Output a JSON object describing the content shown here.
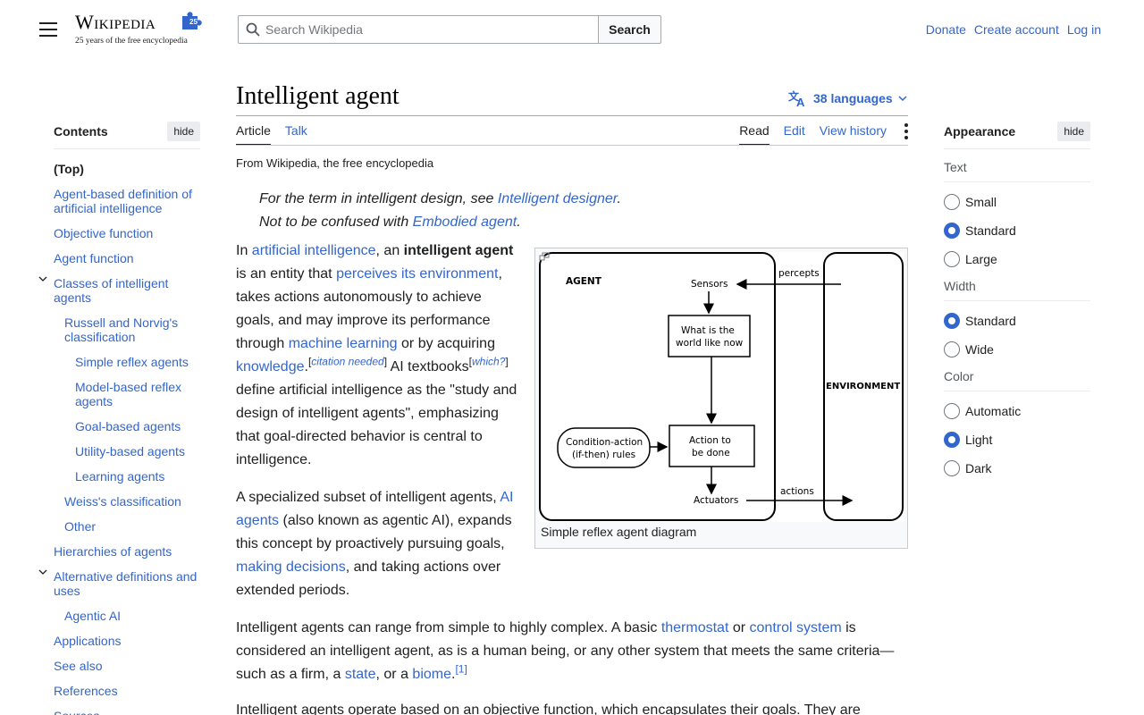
{
  "header": {
    "logo_word": "Wikipedia",
    "logo_tagline": "25 years of the free encyclopedia",
    "search_placeholder": "Search Wikipedia",
    "search_button": "Search",
    "user_links": [
      "Donate",
      "Create account",
      "Log in"
    ]
  },
  "toc": {
    "title": "Contents",
    "hide_label": "hide",
    "items": [
      {
        "label": "(Top)",
        "level": 1,
        "top": true
      },
      {
        "label": "Agent-based definition of artificial intelligence",
        "level": 1
      },
      {
        "label": "Objective function",
        "level": 1
      },
      {
        "label": "Agent function",
        "level": 1
      },
      {
        "label": "Classes of intelligent agents",
        "level": 1,
        "expanded": true
      },
      {
        "label": "Russell and Norvig's classification",
        "level": 2
      },
      {
        "label": "Simple reflex agents",
        "level": 3
      },
      {
        "label": "Model-based reflex agents",
        "level": 3
      },
      {
        "label": "Goal-based agents",
        "level": 3
      },
      {
        "label": "Utility-based agents",
        "level": 3
      },
      {
        "label": "Learning agents",
        "level": 3
      },
      {
        "label": "Weiss's classification",
        "level": 2
      },
      {
        "label": "Other",
        "level": 2
      },
      {
        "label": "Hierarchies of agents",
        "level": 1
      },
      {
        "label": "Alternative definitions and uses",
        "level": 1,
        "expanded": true
      },
      {
        "label": "Agentic AI",
        "level": 2
      },
      {
        "label": "Applications",
        "level": 1
      },
      {
        "label": "See also",
        "level": 1
      },
      {
        "label": "References",
        "level": 1
      },
      {
        "label": "Sources",
        "level": 1
      }
    ]
  },
  "article": {
    "title": "Intelligent agent",
    "languages": "38 languages",
    "tabs_left": [
      "Article",
      "Talk"
    ],
    "tabs_right": [
      "Read",
      "Edit",
      "View history"
    ],
    "from": "From Wikipedia, the free encyclopedia",
    "hatnote1_pre": "For the term in intelligent design, see ",
    "hatnote1_link": "Intelligent designer",
    "hatnote1_post": ".",
    "hatnote2_pre": "Not to be confused with ",
    "hatnote2_link": "Embodied agent",
    "hatnote2_post": ".",
    "p1": {
      "t1": "In ",
      "l1": "artificial intelligence",
      "t2": ", an ",
      "b1": "intelligent agent",
      "t3": " is an entity that ",
      "l2": "perceives its environment",
      "t4": ", takes actions autonomously to achieve goals, and may improve its performance through ",
      "l3": "machine learning",
      "t5": " or by acquiring ",
      "l4": "knowledge",
      "t6": ".",
      "s1": "citation needed",
      "t7": " AI textbooks",
      "s2": "which?",
      "t8": " define artificial intelligence as the \"study and design of intelligent agents\", emphasizing that goal-directed behavior is central to intelligence."
    },
    "p2": {
      "t1": "A specialized subset of intelligent agents, ",
      "l1": "AI agents",
      "t2": " (also known as agentic AI), expands this concept by proactively pursuing goals, ",
      "l2": "making decisions",
      "t3": ", and taking actions over extended periods."
    },
    "p3": {
      "t1": "Intelligent agents can range from simple to highly complex. A basic ",
      "l1": "thermostat",
      "t2": " or ",
      "l2": "control system",
      "t3": " is considered an intelligent agent, as is a human being, or any other system that meets the same criteria—such as a firm, a ",
      "l3": "state",
      "t4": ", or a ",
      "l4": "biome",
      "t5": ".",
      "s1": "[1]"
    },
    "p4": "Intelligent agents operate based on an objective function, which encapsulates their goals. They are"
  },
  "figure": {
    "caption": "Simple reflex agent diagram",
    "agent_label": "AGENT",
    "environment_label": "ENVIRONMENT",
    "sensors": "Sensors",
    "percepts": "percepts",
    "world_line1": "What is the",
    "world_line2": "world like now",
    "rules_line1": "Condition-action",
    "rules_line2": "(if-then) rules",
    "action_line1": "Action to",
    "action_line2": "be done",
    "actuators": "Actuators",
    "actions": "actions"
  },
  "appearance": {
    "title": "Appearance",
    "hide_label": "hide",
    "groups": [
      {
        "label": "Text",
        "options": [
          "Small",
          "Standard",
          "Large"
        ],
        "selected": 1
      },
      {
        "label": "Width",
        "options": [
          "Standard",
          "Wide"
        ],
        "selected": 0
      },
      {
        "label": "Color",
        "options": [
          "Automatic",
          "Light",
          "Dark"
        ],
        "selected": 1
      }
    ]
  },
  "colors": {
    "link": "#3366cc",
    "text": "#202122",
    "border": "#a2a9b1"
  }
}
